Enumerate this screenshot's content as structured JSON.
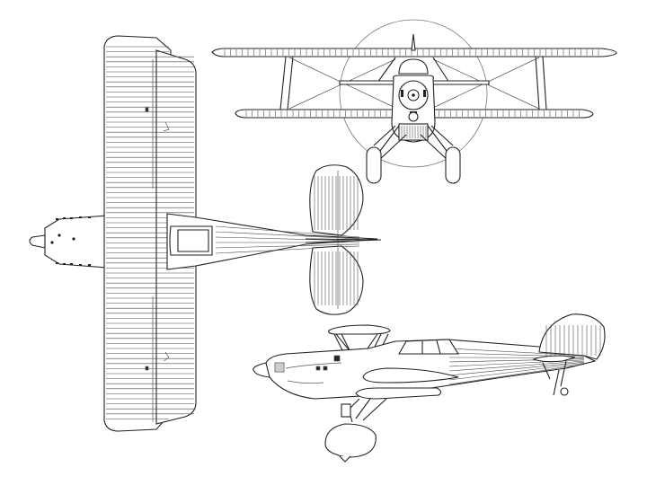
{
  "drawing": {
    "views": [
      "plan",
      "front",
      "side"
    ],
    "line_color": "#222222",
    "background": "#ffffff"
  }
}
